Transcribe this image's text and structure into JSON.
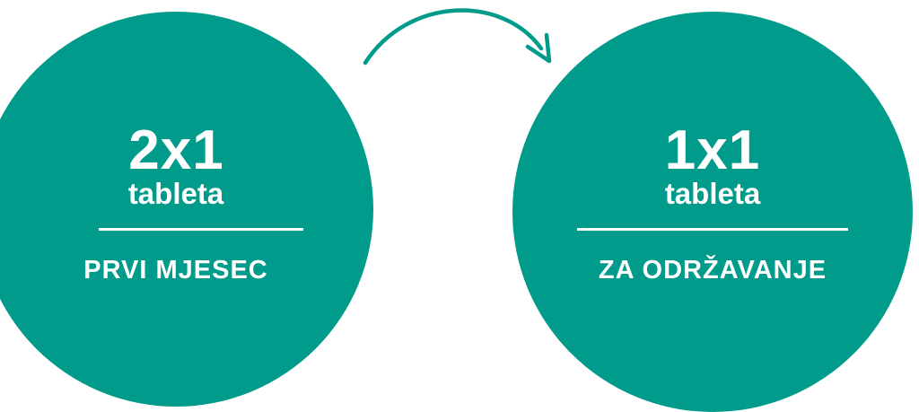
{
  "colors": {
    "circle_fill": "#009b8a",
    "text": "#ffffff",
    "arrow": "#009b8a"
  },
  "steps": [
    {
      "dose": "2x1",
      "unit": "tableta",
      "period": "PRVI MJESEC"
    },
    {
      "dose": "1x1",
      "unit": "tableta",
      "period": "ZA ODRŽAVANJE"
    }
  ],
  "connector": {
    "icon": "curved-arrow-right-icon"
  }
}
